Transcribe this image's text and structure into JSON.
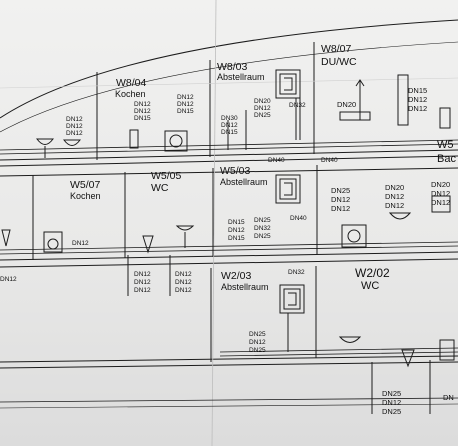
{
  "rooms": {
    "w804": {
      "code": "W8/04",
      "name": "Kochen"
    },
    "w803": {
      "code": "W8/03",
      "name": "Abstellraum"
    },
    "w807": {
      "code": "W8/07",
      "name": "DU/WC"
    },
    "w507": {
      "code": "W5/07",
      "name": "Kochen"
    },
    "w505": {
      "code": "W5/05",
      "name": "WC"
    },
    "w503": {
      "code": "W5/03",
      "name": "Abstellraum"
    },
    "w5bad": {
      "code": "W5",
      "name": "Bac"
    },
    "w203": {
      "code": "W2/03",
      "name": "Abstellraum"
    },
    "w202": {
      "code": "W2/02",
      "name": "WC"
    }
  },
  "pipes": {
    "a1": "DN12",
    "a2": "DN12",
    "a3": "DN12",
    "b1": "DN12",
    "b2": "DN12",
    "b3": "DN15",
    "c1": "DN12",
    "c2": "DN12",
    "c3": "DN15",
    "d1": "DN30",
    "d2": "DN12",
    "d3": "DN15",
    "e1": "DN20",
    "e2": "DN12",
    "e3": "DN25",
    "e4": "DN32",
    "f1": "DN15",
    "f2": "DN12",
    "f3": "DN12",
    "g1": "DN20",
    "h1": "DN40",
    "h2": "DN40",
    "i1": "DN25",
    "i2": "DN12",
    "i3": "DN12",
    "j1": "DN20",
    "j2": "DN12",
    "j3": "DN12",
    "k1": "DN20",
    "k2": "DN12",
    "k3": "DN12",
    "l1": "DN15",
    "l2": "DN12",
    "l3": "DN15",
    "m1": "DN25",
    "m2": "DN32",
    "m3": "DN25",
    "n1": "DN12",
    "n2": "DN12",
    "n3": "DN12",
    "o1": "DN12",
    "o2": "DN12",
    "o3": "DN12",
    "p1": "DN12",
    "q1": "DN12",
    "r1": "DN32",
    "s1": "DN25",
    "s2": "DN12",
    "s3": "DN25",
    "t1": "DN25",
    "t2": "DN12",
    "t3": "DN25",
    "u1": "DN",
    "v1": "DN40"
  },
  "colors": {
    "line": "#1c1c1c",
    "paper": "#efefee",
    "shadow": "#c9c9c9"
  }
}
